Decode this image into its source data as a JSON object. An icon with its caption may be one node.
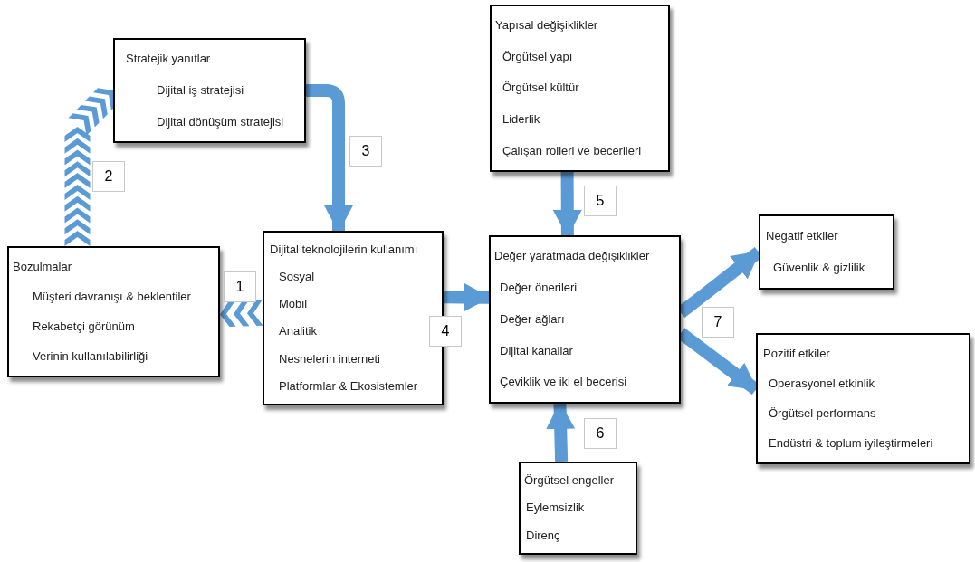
{
  "diagram": {
    "nodes": [
      {
        "text": [
          "Bozulmalar",
          "Müşteri davranışı & beklentiler",
          "Rekabetçi görünüm",
          "Verinin kullanılabilirliği"
        ]
      },
      {
        "text": [
          "Stratejik yanıtlar",
          "Dijital iş stratejisi",
          "Dijital dönüşüm stratejisi"
        ]
      },
      {
        "text": [
          "Dijital teknolojilerin kullanımı",
          "Sosyal",
          "Mobil",
          "Analitik",
          "Nesnelerin interneti",
          "Platformlar & Ekosistemler"
        ]
      },
      {
        "text": [
          "Yapısal değişiklikler",
          "Örgütsel yapı",
          "Örgütsel kültür",
          "Liderlik",
          "Çalışan rolleri ve becerileri"
        ]
      },
      {
        "text": [
          "Değer yaratmada değişiklikler",
          "Değer önerileri",
          "Değer ağları",
          "Dijital kanallar",
          "Çeviklik ve iki el becerisi"
        ]
      },
      {
        "text": [
          "Negatif etkiler",
          "Güvenlik & gizlilik"
        ]
      },
      {
        "text": [
          "Pozitif etkiler",
          "Operasyonel etkinlik",
          "Örgütsel performans",
          "Endüstri & toplum iyileştirmeleri"
        ]
      },
      {
        "text": [
          "Örgütsel engeller",
          "Eylemsizlik",
          "Direnç"
        ]
      }
    ],
    "edges": [
      {
        "from": 2,
        "to": 0,
        "arrow": "to"
      },
      {
        "from": 0,
        "to": 1,
        "arrow": "to"
      },
      {
        "from": 1,
        "to": 2,
        "arrow": "to"
      },
      {
        "from": 2,
        "to": 4,
        "arrow": "to"
      },
      {
        "from": 3,
        "to": 4,
        "arrow": "to"
      },
      {
        "from": 7,
        "to": 4,
        "arrow": "to"
      },
      {
        "from": 4,
        "to": 5,
        "arrow": "to"
      },
      {
        "from": 4,
        "to": 6,
        "arrow": "to"
      }
    ],
    "labels": [
      "1",
      "2",
      "3",
      "4",
      "5",
      "6",
      "7"
    ]
  }
}
